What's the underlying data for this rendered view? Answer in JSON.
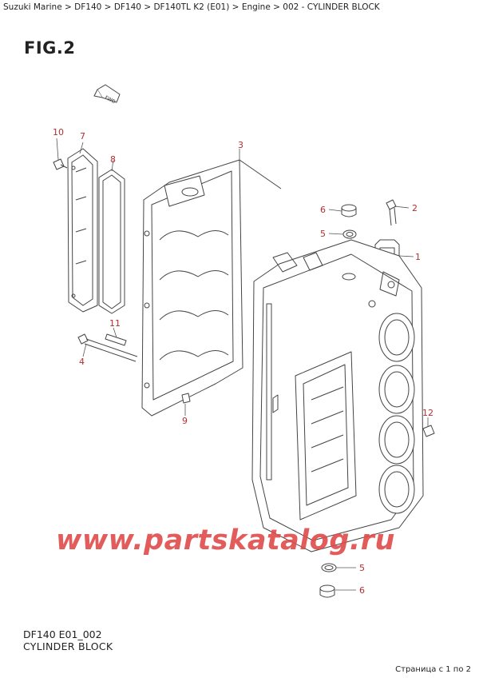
{
  "breadcrumb": [
    {
      "label": "Suzuki Marine"
    },
    {
      "label": "DF140"
    },
    {
      "label": "DF140"
    },
    {
      "label": "DF140TL K2 (E01)"
    },
    {
      "label": "Engine"
    },
    {
      "label": "002 - CYLINDER BLOCK"
    }
  ],
  "breadcrumb_separator": " > ",
  "fig_title": "FIG.2",
  "fwd_label": "FWD",
  "callouts": [
    "1",
    "2",
    "3",
    "4",
    "5",
    "5",
    "6",
    "6",
    "7",
    "8",
    "9",
    "10",
    "11",
    "12"
  ],
  "watermark": "www.partskatalog.ru",
  "diagram_code": "DF140 E01_002",
  "diagram_caption": "CYLINDER BLOCK",
  "pager": "Страница с 1 по 2"
}
